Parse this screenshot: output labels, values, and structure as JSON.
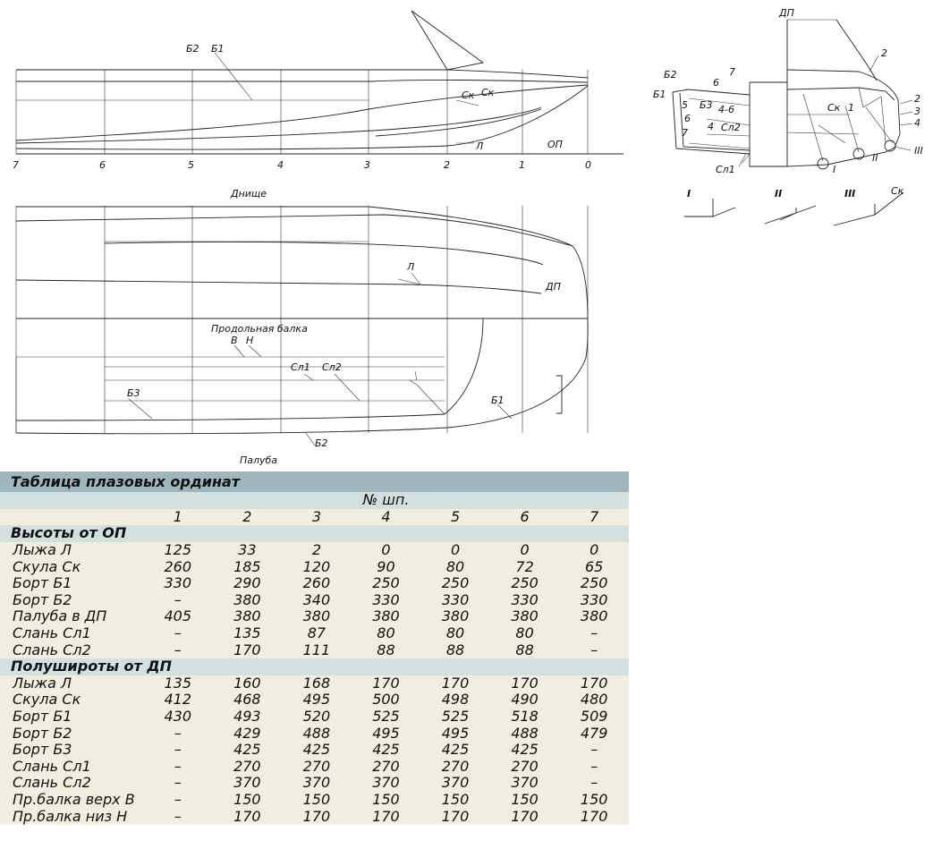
{
  "drawing": {
    "stations": [
      "7",
      "6",
      "5",
      "4",
      "3",
      "2",
      "1",
      "0"
    ],
    "labels": {
      "b2": "Б2",
      "b1": "Б1",
      "b3": "Б3",
      "sk": "Ск",
      "l": "Л",
      "op": "ОП",
      "dp": "ДП",
      "bottom_caption": "Днище",
      "deck_caption": "Палуба",
      "beam": "Продольная балка",
      "v": "В",
      "n": "Н",
      "sl1": "Сл1",
      "sl2": "Сл2",
      "n1": "1",
      "n2": "2",
      "n3": "3",
      "n4": "4",
      "n5": "5",
      "n6": "6",
      "n7": "7",
      "n46": "4-6",
      "r1": "I",
      "r2": "II",
      "r3": "III"
    }
  },
  "table": {
    "title": "Таблица плазовых ординат",
    "frame_header": "№ шп.",
    "frames": [
      "1",
      "2",
      "3",
      "4",
      "5",
      "6",
      "7"
    ],
    "sections": [
      {
        "name": "Высоты от ОП",
        "rows": [
          {
            "label": "Лыжа Л",
            "values": [
              "125",
              "33",
              "2",
              "0",
              "0",
              "0",
              "0"
            ]
          },
          {
            "label": "Скула Ск",
            "values": [
              "260",
              "185",
              "120",
              "90",
              "80",
              "72",
              "65"
            ]
          },
          {
            "label": "Борт Б1",
            "values": [
              "330",
              "290",
              "260",
              "250",
              "250",
              "250",
              "250"
            ]
          },
          {
            "label": "Борт Б2",
            "values": [
              "–",
              "380",
              "340",
              "330",
              "330",
              "330",
              "330"
            ]
          },
          {
            "label": "Палуба в ДП",
            "values": [
              "405",
              "380",
              "380",
              "380",
              "380",
              "380",
              "380"
            ]
          },
          {
            "label": "Слань Сл1",
            "values": [
              "–",
              "135",
              "87",
              "80",
              "80",
              "80",
              "–"
            ]
          },
          {
            "label": "Слань Сл2",
            "values": [
              "–",
              "170",
              "111",
              "88",
              "88",
              "88",
              "–"
            ]
          }
        ]
      },
      {
        "name": "Полуширoты от ДП",
        "rows": [
          {
            "label": "Лыжа Л",
            "values": [
              "135",
              "160",
              "168",
              "170",
              "170",
              "170",
              "170"
            ]
          },
          {
            "label": "Скула Ск",
            "values": [
              "412",
              "468",
              "495",
              "500",
              "498",
              "490",
              "480"
            ]
          },
          {
            "label": "Борт Б1",
            "values": [
              "430",
              "493",
              "520",
              "525",
              "525",
              "518",
              "509"
            ]
          },
          {
            "label": "Борт Б2",
            "values": [
              "–",
              "429",
              "488",
              "495",
              "495",
              "488",
              "479"
            ]
          },
          {
            "label": "Борт Б3",
            "values": [
              "–",
              "425",
              "425",
              "425",
              "425",
              "425",
              "–"
            ]
          },
          {
            "label": "Слань Сл1",
            "values": [
              "–",
              "270",
              "270",
              "270",
              "270",
              "270",
              "–"
            ]
          },
          {
            "label": "Слань Сл2",
            "values": [
              "–",
              "370",
              "370",
              "370",
              "370",
              "370",
              "–"
            ]
          },
          {
            "label": "Пр.балка верх В",
            "values": [
              "–",
              "150",
              "150",
              "150",
              "150",
              "150",
              "150"
            ]
          },
          {
            "label": "Пр.балка низ Н",
            "values": [
              "–",
              "170",
              "170",
              "170",
              "170",
              "170",
              "170"
            ]
          }
        ]
      }
    ]
  }
}
